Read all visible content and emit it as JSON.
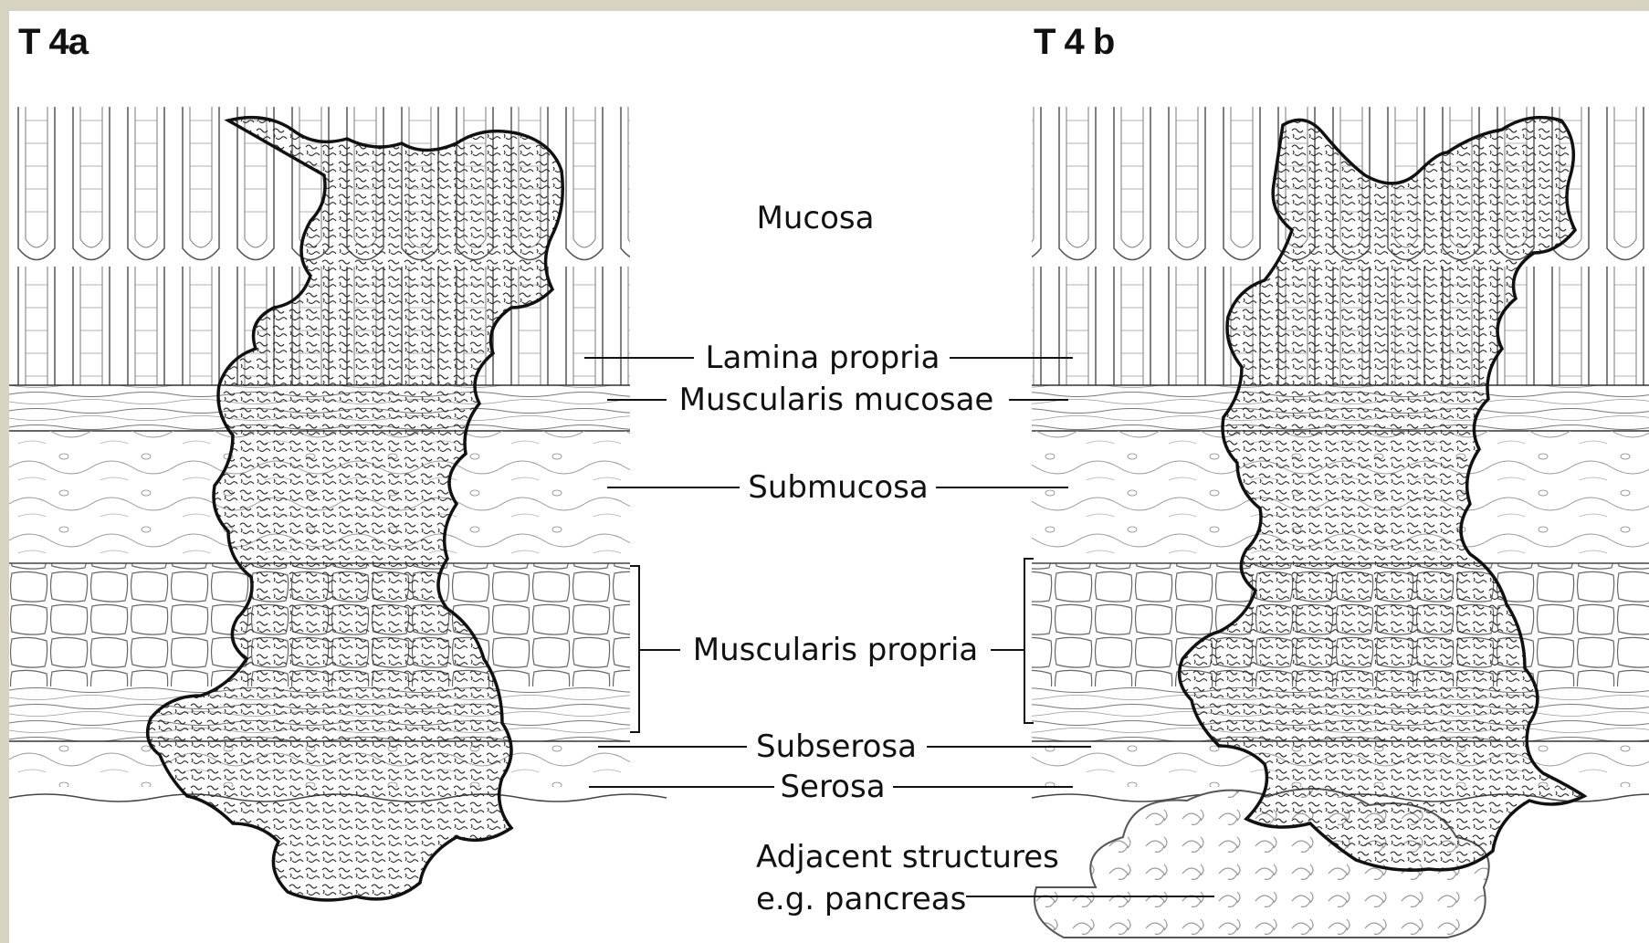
{
  "panels": {
    "left_label": "T 4a",
    "right_label": "T 4 b"
  },
  "layers": {
    "mucosa": "Mucosa",
    "lamina_propria": "Lamina propria",
    "muscularis_mucosae": "Muscularis mucosae",
    "submucosa": "Submucosa",
    "muscularis_propria": "Muscularis propria",
    "subserosa": "Subserosa",
    "serosa": "Serosa"
  },
  "adjacent": {
    "line1": "Adjacent structures",
    "line2": "e.g. pancreas"
  },
  "colors": {
    "background": "#d6d3c2",
    "panel": "#ffffff",
    "ink": "#111111"
  }
}
